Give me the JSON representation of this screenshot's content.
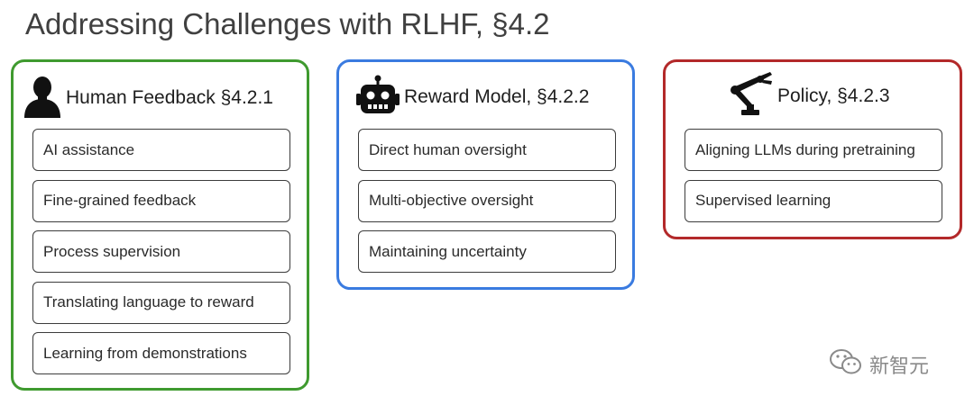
{
  "title": "Addressing Challenges with RLHF, §4.2",
  "colors": {
    "human": "#3f9a2f",
    "reward": "#3a7be0",
    "policy": "#b3292a"
  },
  "panels": {
    "human": {
      "icon": "person-icon",
      "title": "Human Feedback §4.2.1",
      "items": [
        "AI assistance",
        "Fine-grained feedback",
        "Process supervision",
        "Translating language to reward",
        "Learning from demonstrations"
      ]
    },
    "reward": {
      "icon": "robot-icon",
      "title": "Reward Model, §4.2.2",
      "items": [
        "Direct human oversight",
        "Multi-objective oversight",
        "Maintaining uncertainty"
      ]
    },
    "policy": {
      "icon": "robot-arm-icon",
      "title": "Policy, §4.2.3",
      "items": [
        "Aligning LLMs during pretraining",
        "Supervised learning"
      ]
    }
  },
  "watermark": {
    "icon": "wechat-icon",
    "text": "新智元"
  }
}
